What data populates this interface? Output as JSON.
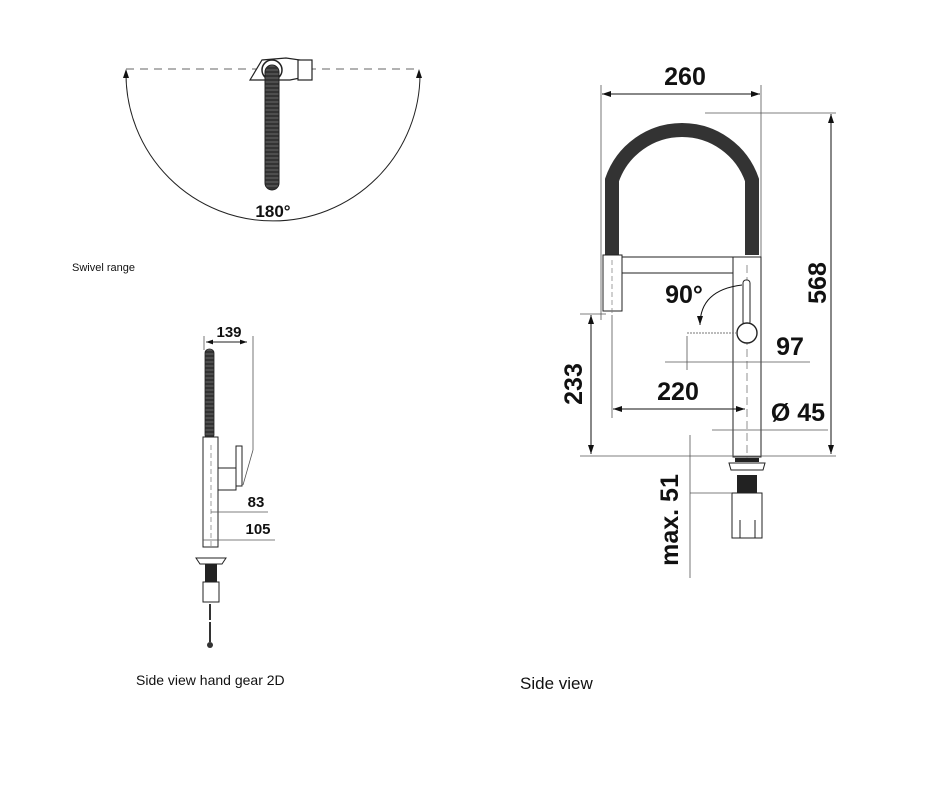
{
  "swivel_view": {
    "caption": "Swivel range",
    "angle_label": "180°"
  },
  "hand_gear_view": {
    "caption": "Side view hand gear 2D",
    "dimensions": {
      "width_top": "139",
      "offset_1": "83",
      "offset_2": "105"
    }
  },
  "side_view": {
    "caption": "Side view",
    "dimensions": {
      "width": "260",
      "height": "568",
      "lever_angle": "90°",
      "lever_reach": "97",
      "spout_reach": "220",
      "spout_height": "233",
      "diameter": "Ø 45",
      "max_thickness": "max. 51"
    }
  },
  "colors": {
    "line": "#111111",
    "hose": "#3a3a3a",
    "dim_line": "#555555",
    "background": "#ffffff"
  }
}
